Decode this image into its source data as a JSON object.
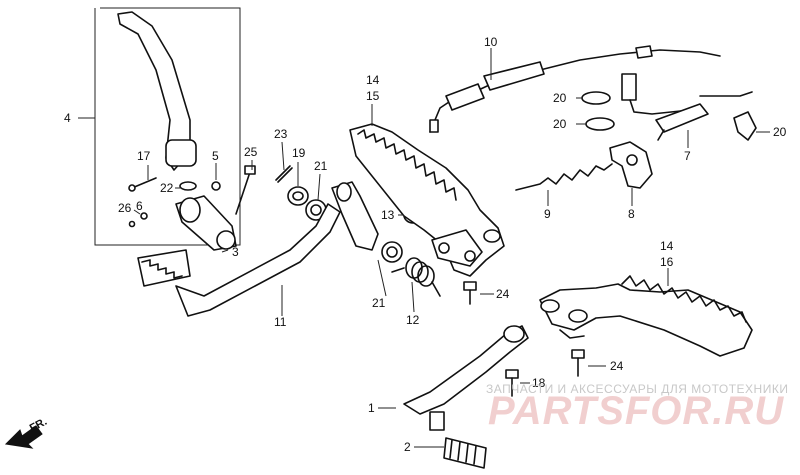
{
  "callouts": {
    "c1": "1",
    "c2": "2",
    "c3": "3",
    "c4": "4",
    "c5": "5",
    "c6": "6",
    "c7": "7",
    "c8": "8",
    "c9": "9",
    "c10": "10",
    "c11": "11",
    "c12": "12",
    "c13": "13",
    "c14a": "14",
    "c15": "15",
    "c14b": "14",
    "c16": "16",
    "c17": "17",
    "c18": "18",
    "c19": "19",
    "c20a": "20",
    "c20b": "20",
    "c20c": "20",
    "c21a": "21",
    "c21b": "21",
    "c22": "22",
    "c23": "23",
    "c24a": "24",
    "c24b": "24",
    "c25": "25",
    "c26": "26"
  },
  "direction": {
    "label": "FR."
  },
  "watermark": {
    "caption": "ЗАПЧАСТИ И АКСЕССУАРЫ ДЛЯ МОТОТЕХНИКИ",
    "brand": "PARTSFOR.RU"
  }
}
